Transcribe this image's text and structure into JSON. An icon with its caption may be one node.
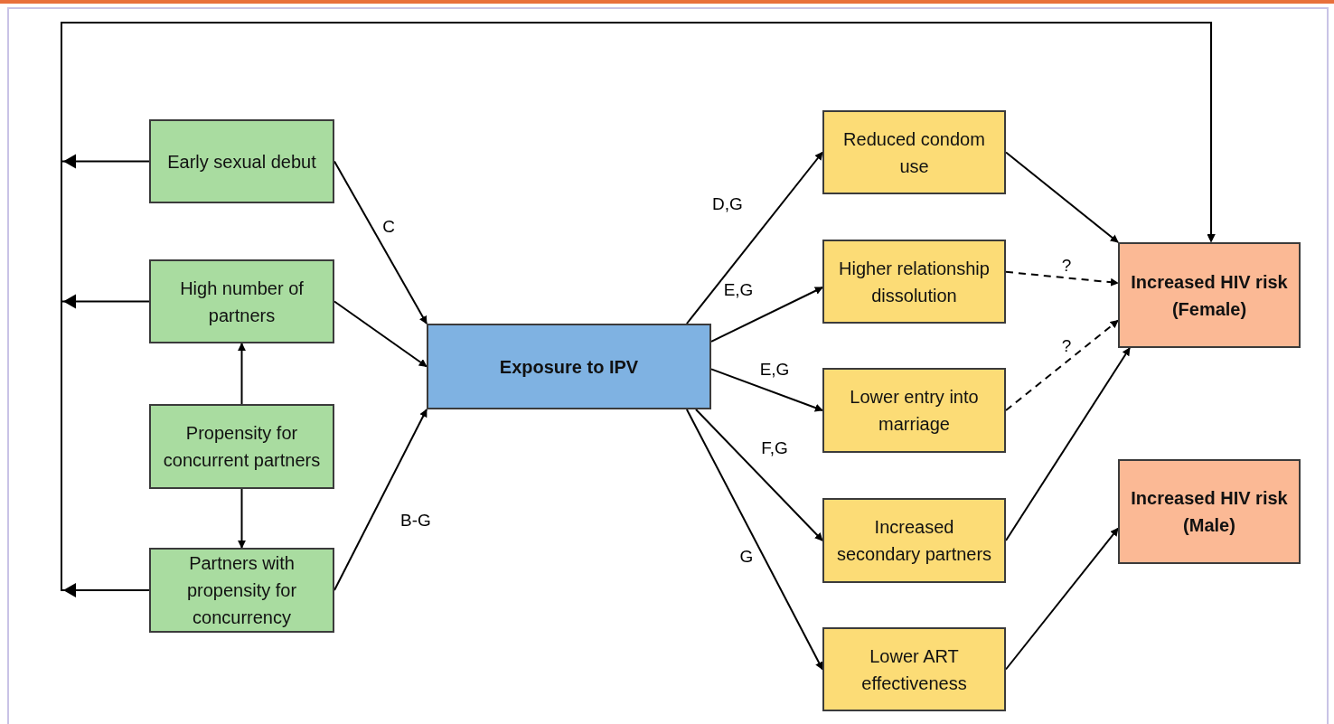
{
  "diagram": {
    "nodes": [
      {
        "text": [
          "Early sexual debut"
        ]
      },
      {
        "text": [
          "High number of partners"
        ]
      },
      {
        "text": [
          "Propensity for concurrent partners"
        ]
      },
      {
        "text": [
          "Partners with propensity for concurrency"
        ]
      },
      {
        "text": [
          "Exposure to IPV"
        ]
      },
      {
        "text": [
          "Reduced condom use"
        ]
      },
      {
        "text": [
          "Higher relationship dissolution"
        ]
      },
      {
        "text": [
          "Lower entry into marriage"
        ]
      },
      {
        "text": [
          "Increased secondary partners"
        ]
      },
      {
        "text": [
          "Lower ART effectiveness"
        ]
      },
      {
        "text": [
          "Increased HIV risk (Female)"
        ]
      },
      {
        "text": [
          "Increased HIV risk (Male)"
        ]
      }
    ],
    "edges": [
      {
        "from": 0,
        "to": 4,
        "arrow": "to",
        "label": "C"
      },
      {
        "from": 1,
        "to": 4,
        "arrow": "to"
      },
      {
        "from": 3,
        "to": 4,
        "arrow": "to",
        "label": "B-G"
      },
      {
        "from": 2,
        "to": 1,
        "arrow": "to"
      },
      {
        "from": 2,
        "to": 3,
        "arrow": "to"
      },
      {
        "from": 4,
        "to": 5,
        "arrow": "to",
        "label": "D,G"
      },
      {
        "from": 4,
        "to": 6,
        "arrow": "to",
        "label": "E,G"
      },
      {
        "from": 4,
        "to": 7,
        "arrow": "to",
        "label": "E,G"
      },
      {
        "from": 4,
        "to": 8,
        "arrow": "to",
        "label": "F,G"
      },
      {
        "from": 4,
        "to": 9,
        "arrow": "to",
        "label": "G"
      },
      {
        "from": 5,
        "to": 10,
        "arrow": "to"
      },
      {
        "from": 6,
        "to": 10,
        "arrow": "to",
        "style": "dashed",
        "label": "?"
      },
      {
        "from": 7,
        "to": 10,
        "arrow": "to",
        "style": "dashed",
        "label": "?"
      },
      {
        "from": 8,
        "to": 10,
        "arrow": "to"
      },
      {
        "from": 9,
        "to": 11,
        "arrow": "to"
      },
      {
        "from": 0,
        "to": 10,
        "arrow": "to"
      },
      {
        "from": 1,
        "to": 10,
        "arrow": "to"
      },
      {
        "from": 3,
        "to": 10,
        "arrow": "to"
      }
    ]
  }
}
